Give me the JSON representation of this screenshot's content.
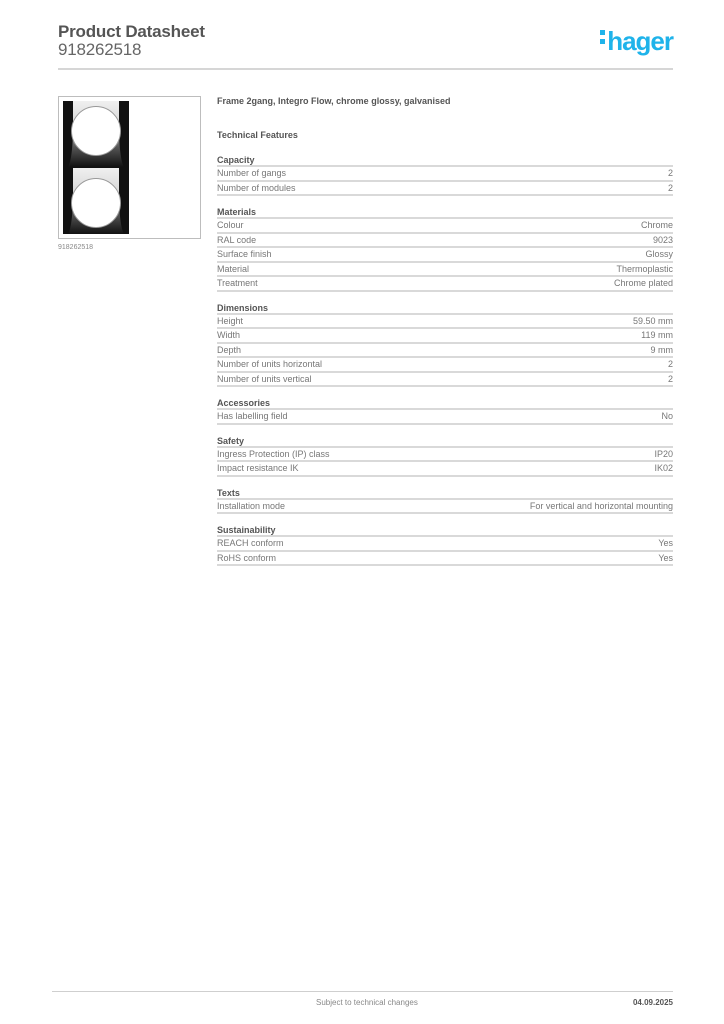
{
  "header": {
    "title": "Product Datasheet",
    "product_number": "918262518",
    "logo_text": "hager",
    "logo_color": "#1fb3ea"
  },
  "product_image": {
    "caption": "918262518",
    "icon": "double-frame-product-image"
  },
  "product_description": "Frame 2gang, Integro Flow, chrome glossy, galvanised",
  "technical_features_title": "Technical Features",
  "sections": [
    {
      "title": "Capacity",
      "rows": [
        {
          "label": "Number of gangs",
          "value": "2"
        },
        {
          "label": "Number of modules",
          "value": "2"
        }
      ]
    },
    {
      "title": "Materials",
      "rows": [
        {
          "label": "Colour",
          "value": "Chrome"
        },
        {
          "label": "RAL code",
          "value": "9023"
        },
        {
          "label": "Surface finish",
          "value": "Glossy"
        },
        {
          "label": "Material",
          "value": "Thermoplastic"
        },
        {
          "label": "Treatment",
          "value": "Chrome plated"
        }
      ]
    },
    {
      "title": "Dimensions",
      "rows": [
        {
          "label": "Height",
          "value": "59.50 mm"
        },
        {
          "label": "Width",
          "value": "119 mm"
        },
        {
          "label": "Depth",
          "value": "9 mm"
        },
        {
          "label": "Number of units horizontal",
          "value": "2"
        },
        {
          "label": "Number of units vertical",
          "value": "2"
        }
      ]
    },
    {
      "title": "Accessories",
      "rows": [
        {
          "label": "Has labelling field",
          "value": "No"
        }
      ]
    },
    {
      "title": "Safety",
      "rows": [
        {
          "label": "Ingress Protection (IP) class",
          "value": "IP20"
        },
        {
          "label": "Impact resistance IK",
          "value": "IK02"
        }
      ]
    },
    {
      "title": "Texts",
      "rows": [
        {
          "label": "Installation mode",
          "value": "For vertical and horizontal mounting"
        }
      ]
    },
    {
      "title": "Sustainability",
      "rows": [
        {
          "label": "REACH conform",
          "value": "Yes"
        },
        {
          "label": "RoHS conform",
          "value": "Yes"
        }
      ]
    }
  ],
  "footer": {
    "note": "Subject to technical changes",
    "date": "04.09.2025"
  }
}
